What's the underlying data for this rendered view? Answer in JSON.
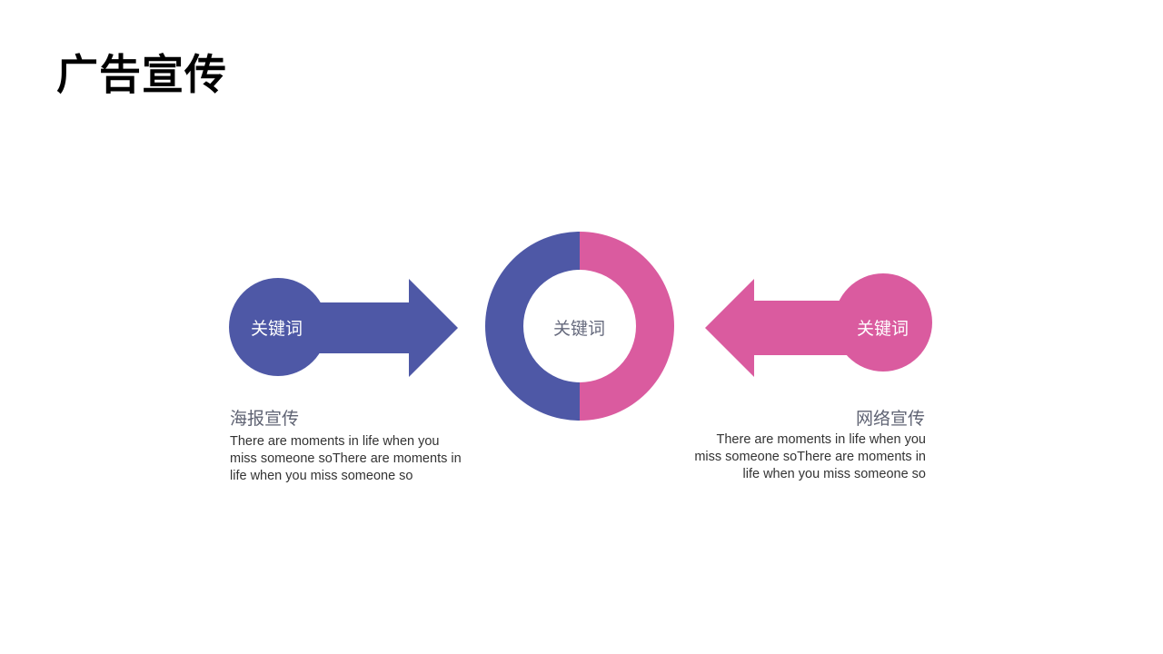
{
  "title": "广告宣传",
  "colors": {
    "left_accent": "#4e58a6",
    "right_accent": "#da5b9f",
    "background": "#ffffff"
  },
  "left_block": {
    "keyword": "关键词",
    "heading": "海报宣传",
    "body": "There are moments in life when you miss someone soThere are moments in life when you miss someone so"
  },
  "center": {
    "keyword": "关键词",
    "ring_split": [
      0.5,
      0.5
    ]
  },
  "right_block": {
    "keyword": "关键词",
    "heading": "网络宣传",
    "body": "There are moments in life when you miss someone soThere are moments in life when you miss someone so"
  }
}
